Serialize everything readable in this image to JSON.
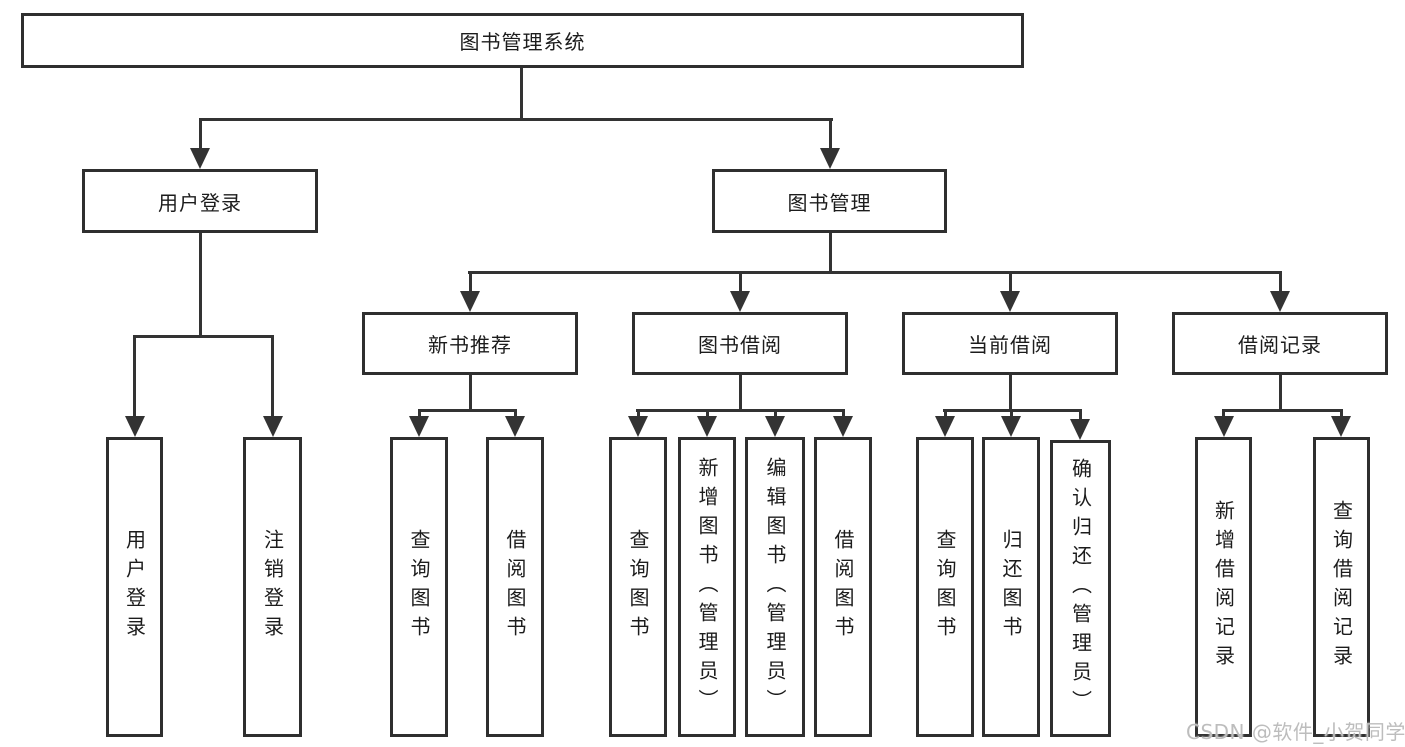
{
  "colors": {
    "background": "#ffffff",
    "line": "#333333",
    "box_border": "#2f2f2f",
    "text": "#1c1c1c",
    "watermark": "#bdbdbd"
  },
  "tree": {
    "root": "图书管理系统",
    "user_login": {
      "label": "用户登录",
      "children": [
        "用户登录",
        "注销登录"
      ]
    },
    "book_mgmt": {
      "label": "图书管理",
      "new_book_rec": {
        "label": "新书推荐",
        "children": [
          "查询图书",
          "借阅图书"
        ]
      },
      "book_borrow": {
        "label": "图书借阅",
        "children": [
          "查询图书",
          "新增图书（管理员）",
          "编辑图书（管理员）",
          "借阅图书"
        ]
      },
      "current_borrow": {
        "label": "当前借阅",
        "children": [
          "查询图书",
          "归还图书",
          "确认归还（管理员）"
        ]
      },
      "borrow_records": {
        "label": "借阅记录",
        "children": [
          "新增借阅记录",
          "查询借阅记录"
        ]
      }
    }
  },
  "watermark": "CSDN @软件_小贺同学"
}
